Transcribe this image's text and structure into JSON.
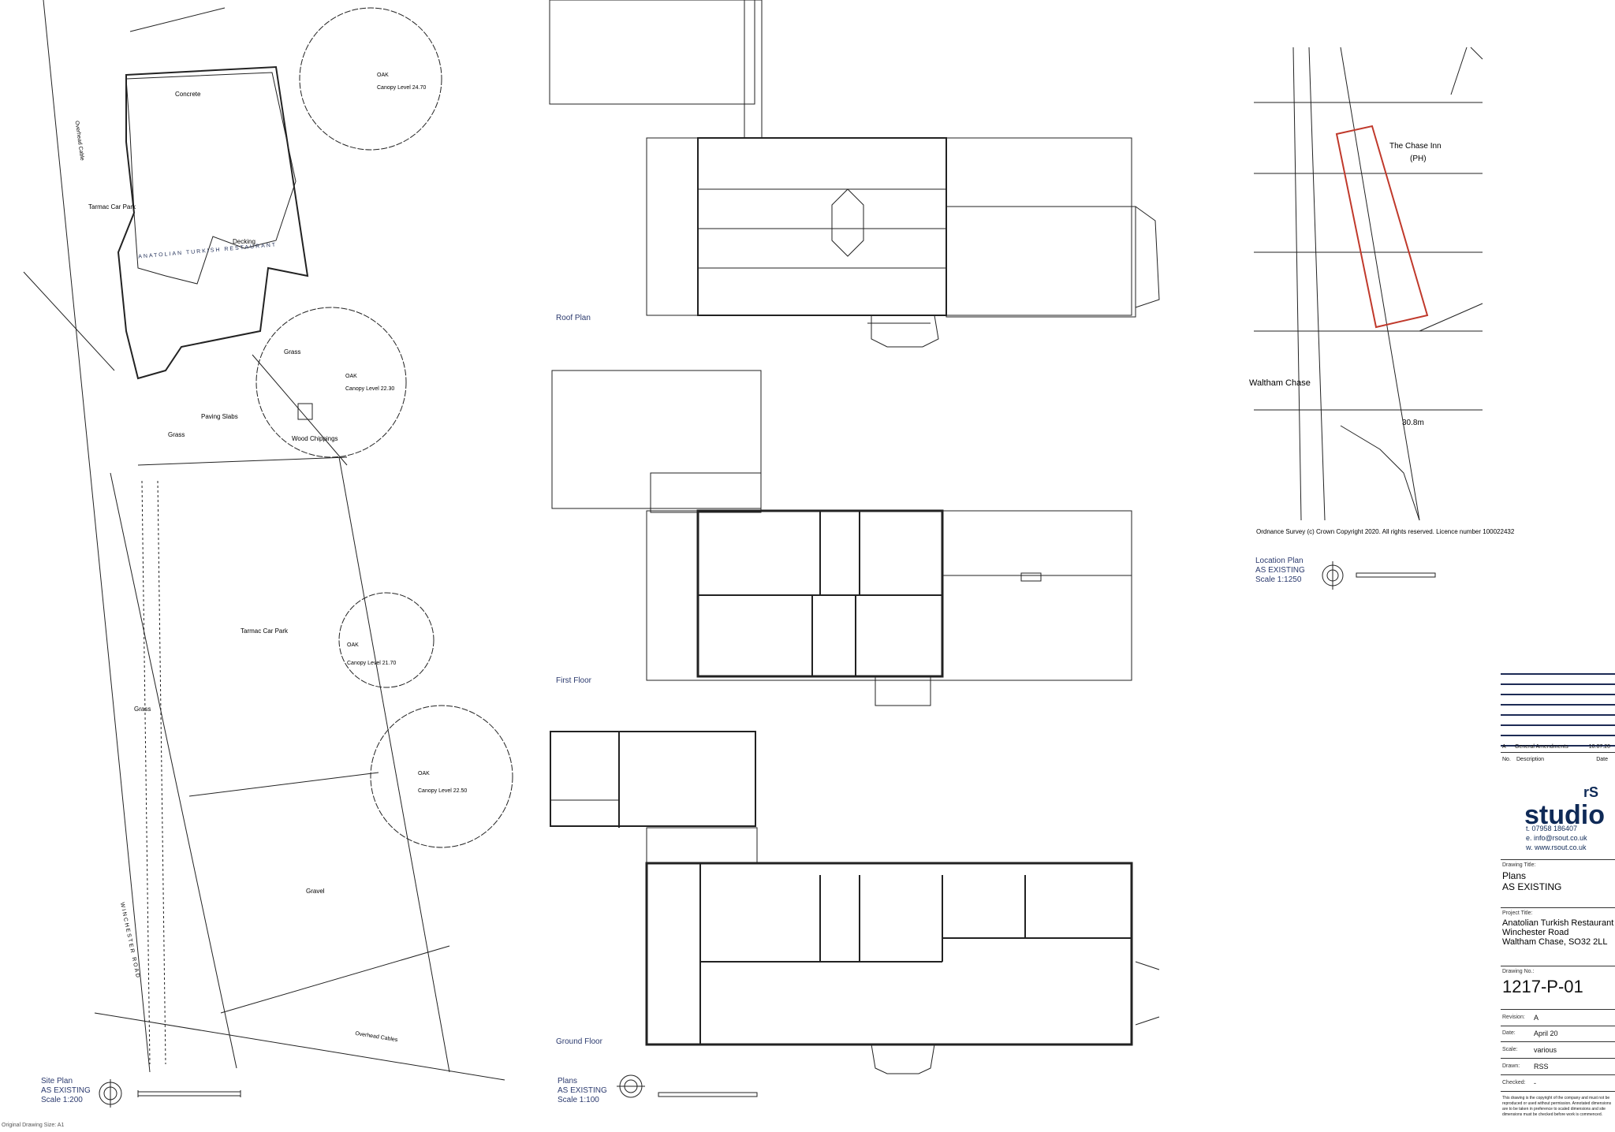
{
  "site_plan": {
    "title": "Site Plan",
    "status": "AS EXISTING",
    "scale": "Scale 1:200",
    "labels": {
      "restaurant": "ANATOLIAN TURKISH RESTAURANT",
      "tarmac_car_park_1": "Tarmac Car Park",
      "tarmac_car_park_2": "Tarmac Car Park",
      "decking": "Decking",
      "concrete": "Concrete",
      "grass_1": "Grass",
      "grass_2": "Grass",
      "grass_3": "Grass",
      "paving_slabs": "Paving Slabs",
      "wood_chippings": "Wood Chippings",
      "gravel": "Gravel",
      "road": "WINCHESTER ROAD",
      "overhead_cable": "Overhead Cable",
      "overhead_cables": "Overhead Cables",
      "tree1": "OAK",
      "tree1_canopy": "Canopy Level 24.70",
      "tree2": "OAK",
      "tree2_canopy": "Canopy Level 22.30",
      "tree3": "OAK",
      "tree3_canopy": "Canopy Level 21.70",
      "tree4": "OAK",
      "tree4_canopy": "Canopy Level 22.50"
    }
  },
  "plans": {
    "roof": "Roof Plan",
    "first": "First Floor",
    "ground": "Ground Floor",
    "title": "Plans",
    "status": "AS EXISTING",
    "scale": "Scale 1:100"
  },
  "location_plan": {
    "title": "Location Plan",
    "status": "AS EXISTING",
    "scale": "Scale 1:1250",
    "inn": "The Chase Inn",
    "ph": "(PH)",
    "place": "Waltham Chase",
    "level": "30.8m",
    "copyright": "Ordnance Survey (c) Crown Copyright 2020. All rights reserved. Licence number 100022432"
  },
  "title_block": {
    "revision_row": {
      "no": "A",
      "description": "General Amendments",
      "date": "10.07.20"
    },
    "col_no": "No.",
    "col_description": "Description",
    "col_date": "Date",
    "logo_main": "studio",
    "logo_sup": "rS",
    "phone": "t. 07958 186407",
    "email": "e. info@rsout.co.uk",
    "web": "w. www.rsout.co.uk",
    "drawing_title_hdr": "Drawing Title:",
    "drawing_title_1": "Plans",
    "drawing_title_2": "AS EXISTING",
    "project_title_hdr": "Project Title:",
    "project_1": "Anatolian Turkish Restaurant",
    "project_2": "Winchester Road",
    "project_3": "Waltham Chase, SO32 2LL",
    "drawing_no_hdr": "Drawing No.:",
    "drawing_no": "1217-P-01",
    "revision_hdr": "Revision:",
    "revision": "A",
    "date_hdr": "Date:",
    "date": "April 20",
    "scale_hdr": "Scale:",
    "scale": "various",
    "drawn_hdr": "Drawn:",
    "drawn": "RSS",
    "checked_hdr": "Checked:",
    "checked": "-",
    "disclaimer": "This drawing is the copyright of the company and must not be reproduced or used without permission. Annotated dimensions are to be taken in preference to scaled dimensions and site dimensions must be checked before work is commenced."
  },
  "footer": "Original Drawing Size: A1"
}
